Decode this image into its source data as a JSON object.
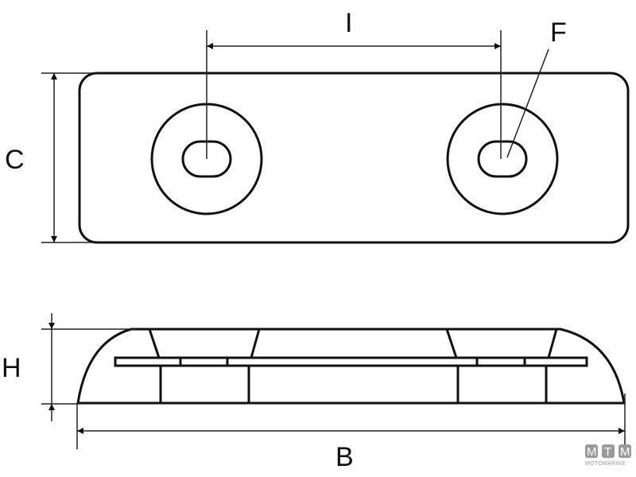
{
  "labels": {
    "length": "I",
    "hole": "F",
    "width": "C",
    "height": "H",
    "overall_length": "B"
  },
  "logo": {
    "letters": [
      "M",
      "T",
      "M"
    ],
    "name": "MOTOMARINE"
  }
}
